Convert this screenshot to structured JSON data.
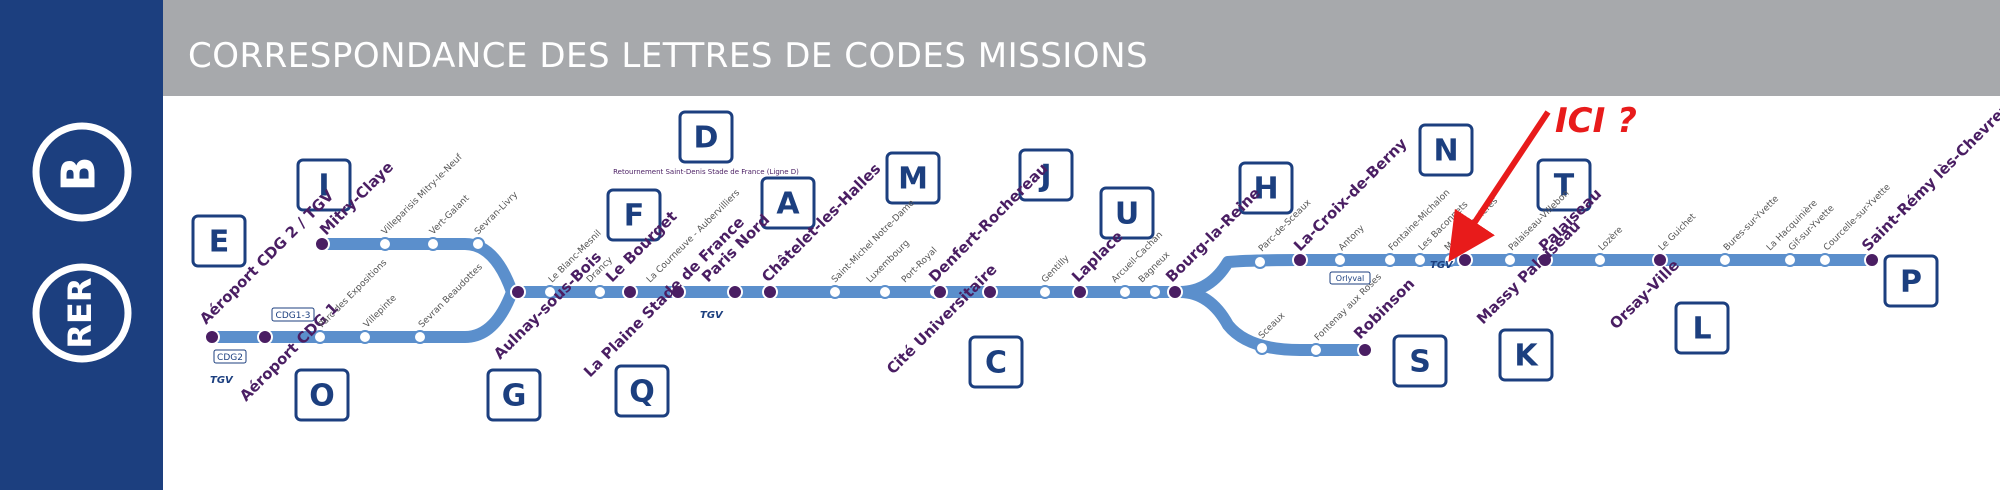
{
  "header": {
    "title": "CORRESPONDANCE DES LETTRES DE CODES MISSIONS",
    "line_badge_a": "RER",
    "line_badge_b": "B"
  },
  "annotation": {
    "text": "ICI ?"
  },
  "colors": {
    "navy": "#1c3f7f",
    "line": "#5b8fcc",
    "station": "#4a1e63",
    "red": "#e81b1b",
    "header_grey": "#a7a9ac"
  },
  "codes": [
    "E",
    "I",
    "O",
    "G",
    "F",
    "Q",
    "D",
    "A",
    "M",
    "J",
    "C",
    "U",
    "H",
    "N",
    "S",
    "K",
    "T",
    "L",
    "P"
  ],
  "major_stations": [
    "Aéroport CDG 2 / TGV",
    "Aéroport CDG 1",
    "Mitry-Claye",
    "Aulnay-sous-Bois",
    "Le Bourget",
    "La Plaine Stade de France",
    "Paris Nord",
    "Châtelet-les-Halles",
    "Denfert-Rochereau",
    "Cité Universitaire",
    "Laplace",
    "Bourg-la-Reine",
    "La-Croix-de-Berny",
    "Robinson",
    "Massy Palaiseau",
    "Palaiseau",
    "Orsay-Ville",
    "Saint-Rémy lès-Chevreuse"
  ],
  "minor_stations": [
    "Villeparisis Mitry-le-Neuf",
    "Vert-Galant",
    "Sevran-Livry",
    "Parc des Expositions",
    "Villepinte",
    "Sevran Beaudottes",
    "Le Blanc-Mesnil",
    "Drancy",
    "La Courneuve - Aubervilliers",
    "Saint-Michel Notre-Dame",
    "Luxembourg",
    "Port-Royal",
    "Gentilly",
    "Arcueil-Cachan",
    "Bagneux",
    "Parc-de-Sceaux",
    "Antony",
    "Fontaine-Michalon",
    "Les Baconnets",
    "Massy-Verrières",
    "Palaiseau-Villebon",
    "Lozère",
    "Le Guichet",
    "Bures-sur-Yvette",
    "La Hacquinière",
    "Gif-sur-Yvette",
    "Courcelle-sur-Yvette",
    "Sceaux",
    "Fontenay aux Roses"
  ],
  "tags": {
    "cdg1_3": "CDG1-3",
    "cdg2": "CDG2",
    "tgv": "TGV",
    "orlyval": "Orlyval",
    "ligne_d_note": "Retournement Saint-Denis Stade de France (Ligne D)"
  }
}
